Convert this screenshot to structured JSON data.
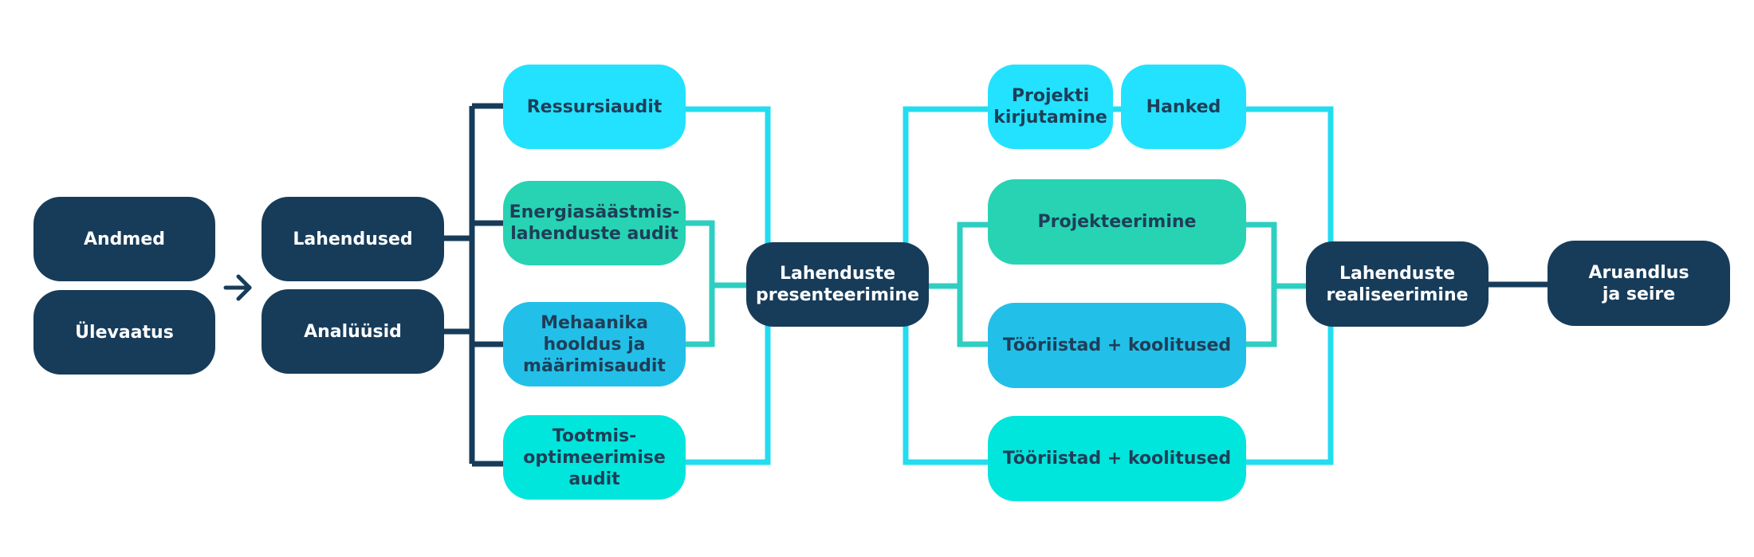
{
  "nodes": {
    "andmed": "Andmed",
    "ulevaatus": "Ülevaatus",
    "lahendused": "Lahendused",
    "analuusid": "Analüüsid",
    "ressursiaudit": "Ressursiaudit",
    "energia": "Energiasäästmis-\nlahenduste audit",
    "mehaanika": "Mehaanika\nhooldus ja\nmäärimisaudit",
    "tootmis": "Tootmis-\noptimeerimise\naudit",
    "presenteerimine": "Lahenduste\npresenteerimine",
    "projekti": "Projekti\nkirjutamine",
    "hanked": "Hanked",
    "projekteerimine": "Projekteerimine",
    "tooriistad1": "Tööriistad + koolitused",
    "tooriistad2": "Tööriistad + koolitused",
    "realiseerimine": "Lahenduste\nrealiseerimine",
    "aruandlus": "Aruandlus\nja seire"
  },
  "colors": {
    "dark": "#173c5a",
    "cyan": "#22e2ff",
    "green": "#27d3b3",
    "blue": "#22c0e8",
    "aqua": "#00e6dc",
    "connector_cyan": "#24dcf0",
    "connector_teal": "#2ecfc2"
  }
}
